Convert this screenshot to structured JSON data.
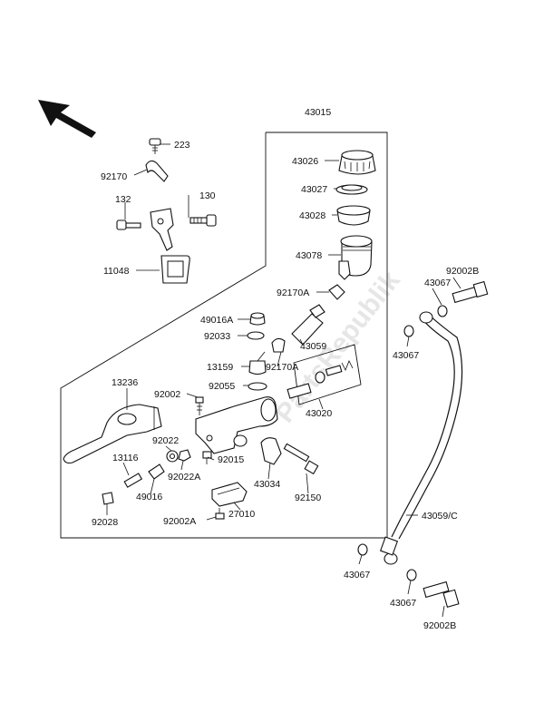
{
  "watermark": "PartsRepublik",
  "labels": {
    "l43015": "43015",
    "l43026": "43026",
    "l43027": "43027",
    "l43028": "43028",
    "l43078": "43078",
    "l223": "223",
    "l92170": "92170",
    "l132": "132",
    "l130": "130",
    "l11048": "11048",
    "l92170A_1": "92170A",
    "l92002B_1": "92002B",
    "l43067_1": "43067",
    "l43067_2": "43067",
    "l49016A": "49016A",
    "l92033": "92033",
    "l43059": "43059",
    "l13159": "13159",
    "l92170A_2": "92170A",
    "l13236": "13236",
    "l92002": "92002",
    "l92055": "92055",
    "l43020": "43020",
    "l92022": "92022",
    "l13116": "13116",
    "l92022A": "92022A",
    "l92015": "92015",
    "l49016": "49016",
    "l43034": "43034",
    "l92150": "92150",
    "l92028": "92028",
    "l92002A": "92002A",
    "l27010": "27010",
    "l43059C": "43059/C",
    "l43067_3": "43067",
    "l43067_4": "43067",
    "l92002B_2": "92002B"
  }
}
